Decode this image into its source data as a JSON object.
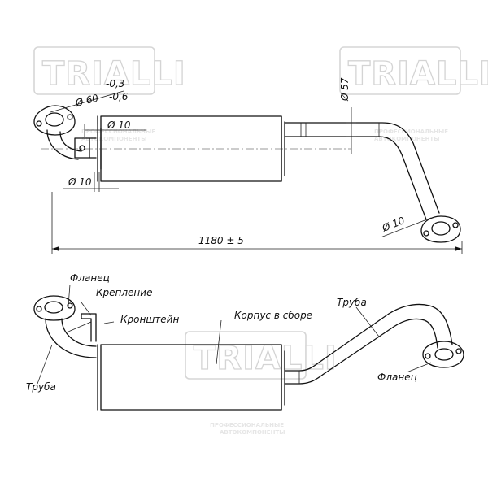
{
  "watermark": {
    "brand": "TRIALLI",
    "tagline_1": "ПРОФЕССИОНАЛЬНЫЕ",
    "tagline_2": "АВТОКОМПОНЕНТЫ"
  },
  "top_view": {
    "dim_flange_tol_upper": "-0,3",
    "dim_flange_dia": "Ø 60",
    "dim_flange_tol_lower": "-0,6",
    "dim_hole_1": "Ø 10",
    "dim_hole_2": "Ø 10",
    "dim_pipe_dia": "Ø 57",
    "dim_hole_3": "Ø 10",
    "dim_length": "1180 ± 5"
  },
  "bottom_view": {
    "label_flange_left": "Фланец",
    "label_mount": "Крепление",
    "label_bracket": "Кронштейн",
    "label_body": "Корпус в сборе",
    "label_pipe_right": "Труба",
    "label_pipe_left": "Труба",
    "label_flange_right": "Фланец"
  }
}
